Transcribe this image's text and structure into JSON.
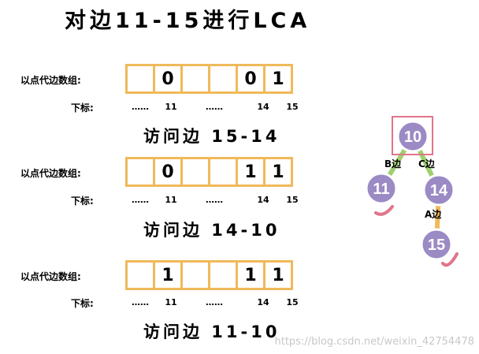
{
  "title": "对边11-15进行LCA",
  "labels": {
    "array": "以点代边数组:",
    "index": "下标:"
  },
  "arrays": [
    {
      "cells": [
        "",
        "0",
        "",
        "",
        "0",
        "1"
      ],
      "indices": [
        "……",
        "11",
        "……",
        "",
        "14",
        "15"
      ],
      "visit": "访问边 15-14"
    },
    {
      "cells": [
        "",
        "0",
        "",
        "",
        "1",
        "1"
      ],
      "indices": [
        "……",
        "11",
        "……",
        "",
        "14",
        "15"
      ],
      "visit": "访问边 14-10"
    },
    {
      "cells": [
        "",
        "1",
        "",
        "",
        "1",
        "1"
      ],
      "indices": [
        "……",
        "11",
        "……",
        "",
        "14",
        "15"
      ],
      "visit": "访问边 11-10"
    }
  ],
  "tree": {
    "nodes": [
      "10",
      "11",
      "14",
      "15"
    ],
    "edge_labels": {
      "b": "B边",
      "c": "C边",
      "a": "A边"
    }
  },
  "watermark": "https://blog.csdn.net/weixin_42754478",
  "colors": {
    "cell_border": "#f0b95a",
    "node_fill": "#9b8ac4",
    "node_stroke": "#ffffff",
    "edge_green": "#9fcf6f",
    "edge_orange": "#f0b95a",
    "highlight": "#e0758a"
  }
}
